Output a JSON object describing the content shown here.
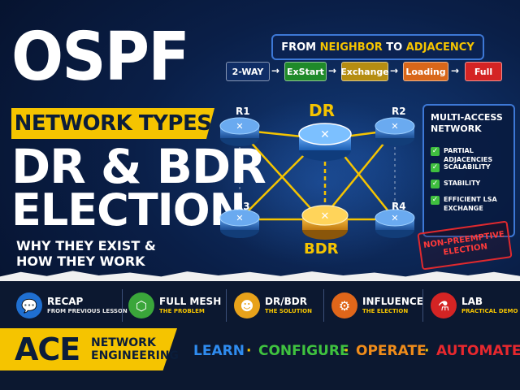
{
  "headline": {
    "ospf": "OSPF",
    "network_types": "NETWORK TYPES",
    "dr_bdr": "DR & BDR",
    "election": "ELECTION",
    "why_line1": "WHY THEY EXIST &",
    "why_line2": "HOW THEY WORK"
  },
  "adjacency": {
    "title_pre": "FROM",
    "title_neighbor": "NEIGHBOR",
    "title_to": "TO",
    "title_adjacency": "ADJACENCY",
    "states": [
      {
        "label": "2-WAY",
        "color": "#0f2d66"
      },
      {
        "label": "ExStart",
        "color": "#1f8a2a"
      },
      {
        "label": "Exchange",
        "color": "#b58d12"
      },
      {
        "label": "Loading",
        "color": "#d9671a"
      },
      {
        "label": "Full",
        "color": "#d42424"
      }
    ]
  },
  "topology": {
    "routers": {
      "r1": "R1",
      "r2": "R2",
      "r3": "R3",
      "r4": "R4"
    },
    "dr": "DR",
    "bdr": "BDR",
    "colors": {
      "normal": "#2f6fb8",
      "dr": "#2f7fd8",
      "bdr": "#e8a21a",
      "link": "#f5c400"
    }
  },
  "multi_access": {
    "title_line1": "MULTI-ACCESS",
    "title_line2": "NETWORK",
    "items": [
      "PARTIAL ADJACENCIES",
      "SCALABILITY",
      "STABILITY",
      "EFFICIENT LSA EXCHANGE"
    ]
  },
  "stamp": {
    "line1": "NON-PREEMPTIVE",
    "line2": "ELECTION"
  },
  "segments": [
    {
      "title": "RECAP",
      "subtitle": "FROM PREVIOUS LESSON",
      "icon": "chat-icon",
      "color": "#1f6fd1"
    },
    {
      "title": "FULL MESH",
      "subtitle": "THE PROBLEM",
      "icon": "mesh-icon",
      "color": "#3aa63a"
    },
    {
      "title": "DR/BDR",
      "subtitle": "THE SOLUTION",
      "icon": "group-icon",
      "color": "#e8a21a"
    },
    {
      "title": "INFLUENCE",
      "subtitle": "THE ELECTION",
      "icon": "gear-icon",
      "color": "#e0661a"
    },
    {
      "title": "LAB",
      "subtitle": "PRACTICAL DEMO",
      "icon": "flask-icon",
      "color": "#d42424"
    }
  ],
  "brand": {
    "ace": "ACE",
    "network": "NETWORK",
    "engineering": "ENGINEERING",
    "tags": [
      {
        "label": "LEARN",
        "color": "#2f8cf0"
      },
      {
        "label": "CONFIGURE",
        "color": "#3fc23f"
      },
      {
        "label": "OPERATE",
        "color": "#f08c1a"
      },
      {
        "label": "AUTOMATE",
        "color": "#e8282e"
      }
    ]
  }
}
